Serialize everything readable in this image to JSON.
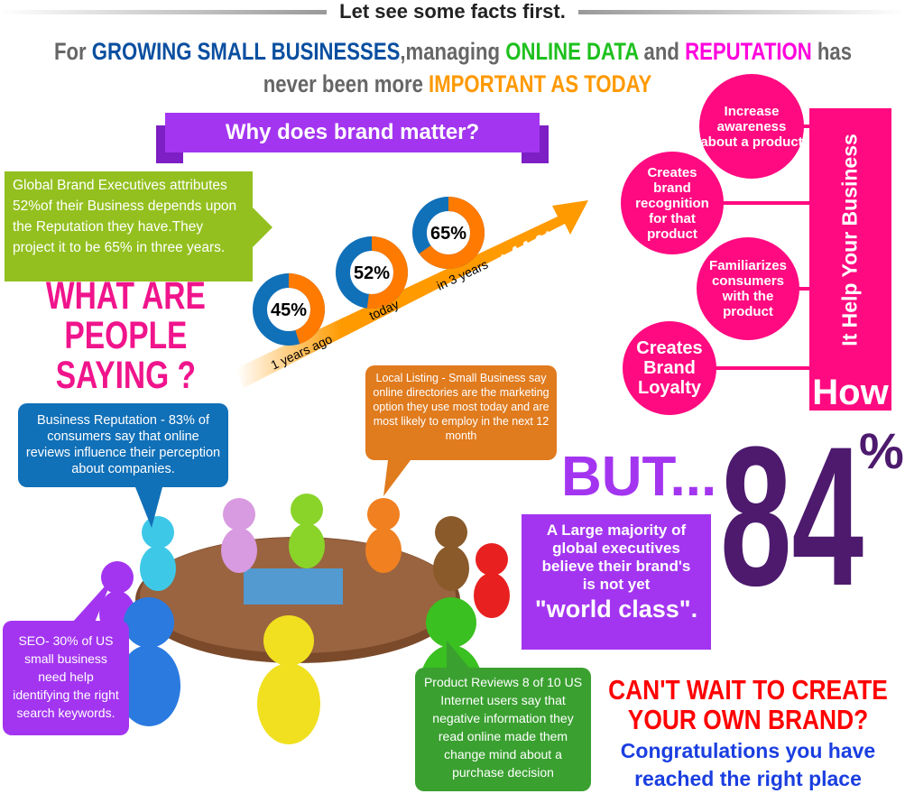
{
  "top_title": "Let see some facts first.",
  "headline": {
    "p1": "For ",
    "p2": "GROWING SMALL BUSINESSES",
    "p3": ",managing ",
    "p4": "ONLINE DATA",
    "p5": " and ",
    "p6": "REPUTATION",
    "p7": " has",
    "p8": "never been more ",
    "p9": "IMPORTANT AS TODAY"
  },
  "ribbon": "Why does brand matter?",
  "green_box": "Global Brand Executives attributes 52%of their Business depends upon the Reputation they have.They project it to be 65% in three years.",
  "donuts": [
    {
      "label": "45%",
      "value": 45,
      "caption": "1 years ago"
    },
    {
      "label": "52%",
      "value": 52,
      "caption": "today"
    },
    {
      "label": "65%",
      "value": 65,
      "caption": "in 3 years"
    }
  ],
  "growth": "+44 %",
  "what_are": [
    "WHAT ARE",
    "PEOPLE",
    "SAYING ?"
  ],
  "how": {
    "circles": [
      "Increase awareness about a product",
      "Creates brand recognition for that product",
      "Familiarizes consumers with the product",
      "Creates Brand Loyalty"
    ],
    "vertical": "It Help Your Business",
    "bottom": "How"
  },
  "bubbles": {
    "reputation": "Business Reputation - 83% of consumers say that online reviews influence their perception about companies.",
    "local": "Local Listing - Small Business say online directories are the marketing option they use most today and are most likely to employ in the next 12 month",
    "seo": "SEO- 30% of US small business need help identifying the right search keywords.",
    "reviews": "Product Reviews 8 of 10 US Internet users say that negative information they read online made them change mind about a purchase decision"
  },
  "but": "BUT...",
  "big_number": "84",
  "percent": "%",
  "purple_box": {
    "text": "A Large majority of global executives believe their brand's is not yet",
    "quote": "\"world class\"."
  },
  "cta": {
    "title": "CAN'T WAIT TO CREATE YOUR OWN BRAND?",
    "sub": "Congratulations you have reached the right place"
  },
  "colors": {
    "blue": "#1070b8",
    "orange": "#ff7a00",
    "pink": "#ff0a80",
    "purple": "#a335f0"
  }
}
